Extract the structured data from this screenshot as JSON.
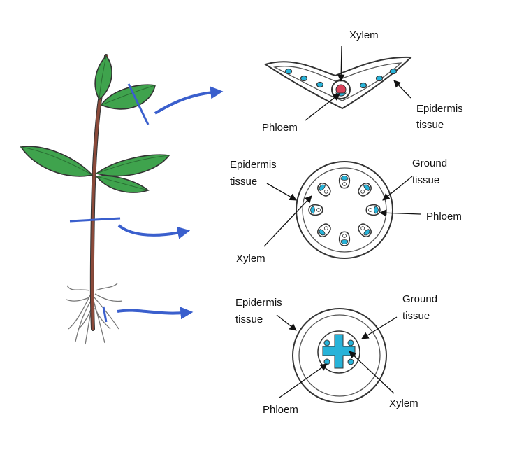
{
  "leaf_section": {
    "labels": {
      "xylem": "Xylem",
      "phloem": "Phloem",
      "epidermis_line1": "Epidermis",
      "epidermis_line2": "tissue"
    }
  },
  "stem_section": {
    "labels": {
      "epidermis_line1": "Epidermis",
      "epidermis_line2": "tissue",
      "ground_line1": "Ground",
      "ground_line2": "tissue",
      "phloem": "Phloem",
      "xylem": "Xylem"
    }
  },
  "root_section": {
    "labels": {
      "epidermis_line1": "Epidermis",
      "epidermis_line2": "tissue",
      "ground_line1": "Ground",
      "ground_line2": "tissue",
      "phloem": "Phloem",
      "xylem": "Xylem"
    }
  },
  "colors": {
    "arrow": "#3a5fcd",
    "leaf": "#3fa34d",
    "stem": "#8b4a3a",
    "vascular": "#27b3d9",
    "outline": "#333333"
  }
}
